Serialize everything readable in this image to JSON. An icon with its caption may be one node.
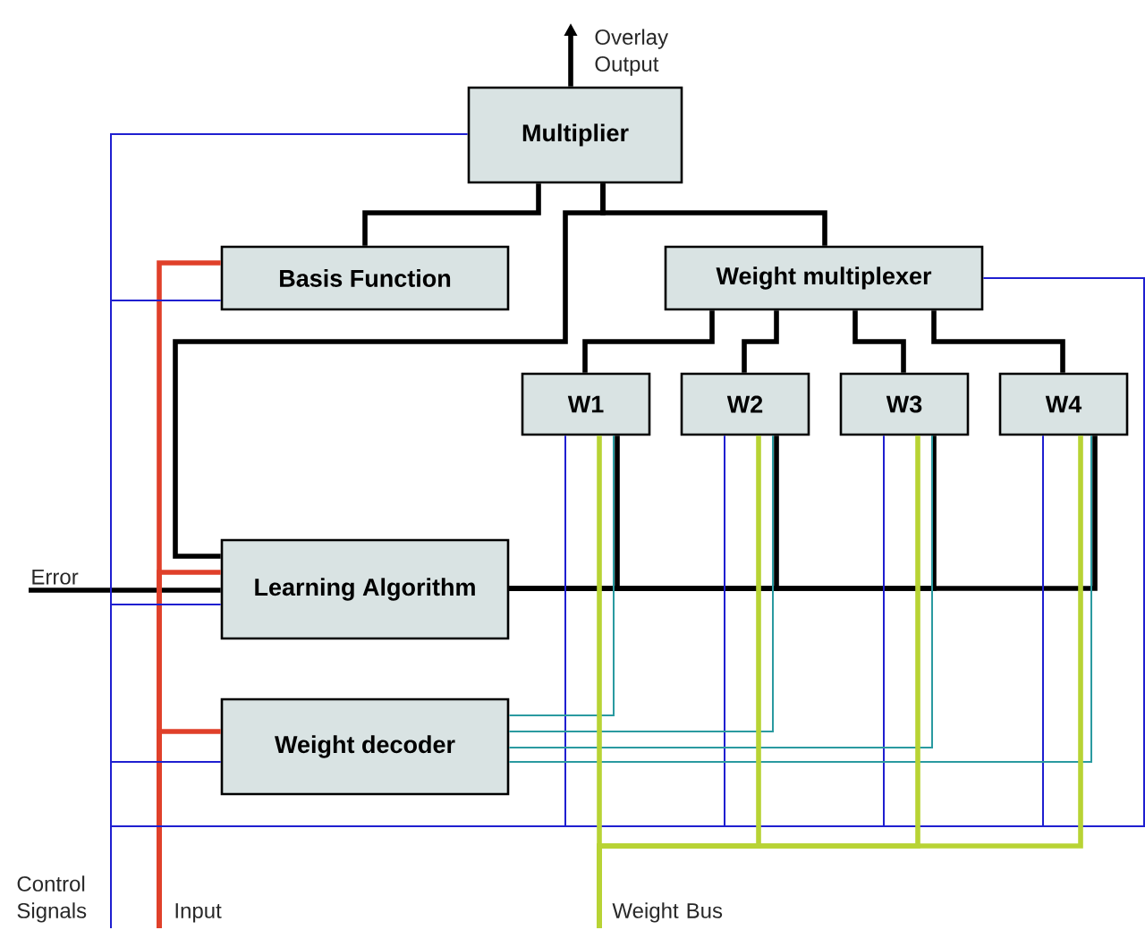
{
  "diagram": {
    "nodes": [
      {
        "text": [
          "Multiplier"
        ]
      },
      {
        "text": [
          "Basis Function"
        ]
      },
      {
        "text": [
          "Weight multiplexer"
        ]
      },
      {
        "text": [
          "W1"
        ]
      },
      {
        "text": [
          "W2"
        ]
      },
      {
        "text": [
          "W3"
        ]
      },
      {
        "text": [
          "W4"
        ]
      },
      {
        "text": [
          "Learning Algorithm"
        ]
      },
      {
        "text": [
          "Weight decoder"
        ]
      },
      {
        "text": [
          "Overlay Output"
        ]
      },
      {
        "text": [
          "Error"
        ]
      },
      {
        "text": [
          "Control Signals"
        ]
      },
      {
        "text": [
          "Input"
        ]
      },
      {
        "text": [
          "Weight Bus"
        ]
      }
    ],
    "edges": [
      {
        "from": 0,
        "to": 9,
        "arrow": "to"
      },
      {
        "from": 0,
        "to": 1,
        "arrow": "none"
      },
      {
        "from": 0,
        "to": 7,
        "arrow": "none"
      },
      {
        "from": 0,
        "to": 2,
        "arrow": "none"
      },
      {
        "from": 2,
        "to": 3,
        "arrow": "none"
      },
      {
        "from": 2,
        "to": 4,
        "arrow": "none"
      },
      {
        "from": 2,
        "to": 5,
        "arrow": "none"
      },
      {
        "from": 2,
        "to": 6,
        "arrow": "none"
      },
      {
        "from": 3,
        "to": 7,
        "arrow": "none"
      },
      {
        "from": 4,
        "to": 7,
        "arrow": "none"
      },
      {
        "from": 5,
        "to": 7,
        "arrow": "none"
      },
      {
        "from": 6,
        "to": 7,
        "arrow": "none"
      },
      {
        "from": 10,
        "to": 7,
        "arrow": "none"
      },
      {
        "from": 12,
        "to": 1,
        "arrow": "none",
        "color": "#e0402a"
      },
      {
        "from": 12,
        "to": 7,
        "arrow": "none",
        "color": "#e0402a"
      },
      {
        "from": 12,
        "to": 8,
        "arrow": "none",
        "color": "#e0402a"
      },
      {
        "from": 11,
        "to": 0,
        "arrow": "none",
        "color": "#1f1fd0"
      },
      {
        "from": 11,
        "to": 1,
        "arrow": "none",
        "color": "#1f1fd0"
      },
      {
        "from": 11,
        "to": 7,
        "arrow": "none",
        "color": "#1f1fd0"
      },
      {
        "from": 11,
        "to": 8,
        "arrow": "none",
        "color": "#1f1fd0"
      },
      {
        "from": 11,
        "to": 3,
        "arrow": "none",
        "color": "#1f1fd0"
      },
      {
        "from": 11,
        "to": 4,
        "arrow": "none",
        "color": "#1f1fd0"
      },
      {
        "from": 11,
        "to": 5,
        "arrow": "none",
        "color": "#1f1fd0"
      },
      {
        "from": 11,
        "to": 6,
        "arrow": "none",
        "color": "#1f1fd0"
      },
      {
        "from": 11,
        "to": 2,
        "arrow": "none",
        "color": "#1f1fd0"
      },
      {
        "from": 8,
        "to": 3,
        "arrow": "none",
        "color": "#2a9aa0"
      },
      {
        "from": 8,
        "to": 4,
        "arrow": "none",
        "color": "#2a9aa0"
      },
      {
        "from": 8,
        "to": 5,
        "arrow": "none",
        "color": "#2a9aa0"
      },
      {
        "from": 8,
        "to": 6,
        "arrow": "none",
        "color": "#2a9aa0"
      },
      {
        "from": 13,
        "to": 3,
        "arrow": "none",
        "color": "#b8d334"
      },
      {
        "from": 13,
        "to": 4,
        "arrow": "none",
        "color": "#b8d334"
      },
      {
        "from": 13,
        "to": 5,
        "arrow": "none",
        "color": "#b8d334"
      },
      {
        "from": 13,
        "to": 6,
        "arrow": "none",
        "color": "#b8d334"
      }
    ]
  }
}
